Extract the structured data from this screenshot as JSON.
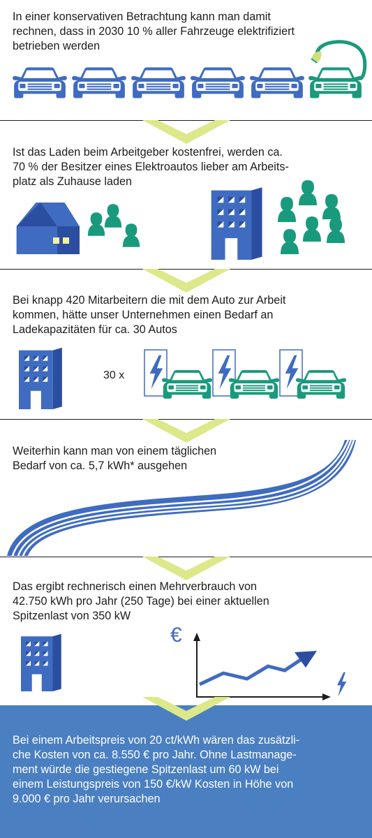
{
  "sections": [
    {
      "text": "In einer konservativen Betrachtung kann man damit\nrechnen, dass in 2030 10 % aller Fahrzeuge elektrifiziert\nbetrieben werden"
    },
    {
      "text": "Ist das Laden beim Arbeitgeber kostenfrei, werden ca.\n70 % der Besitzer eines Elektroautos lieber am Arbeits-\nplatz als Zuhause laden"
    },
    {
      "text": "Bei knapp 420 Mitarbeitern die mit dem Auto zur Arbeit\nkommen, hätte unser Unternehmen einen Bedarf an\nLadekapazitäten für ca. 30 Autos",
      "multiplier": "30 x"
    },
    {
      "text": "Weiterhin kann man von einem täglichen\nBedarf von ca. 5,7 kWh* ausgehen"
    },
    {
      "text": "Das ergibt rechnerisch einen Mehrverbrauch von\n42.750  kWh pro Jahr (250 Tage) bei einer aktuellen\nSpitzenlast von 350  kW",
      "currency_symbol": "€"
    }
  ],
  "conclusion": {
    "text": "Bei einem Arbeitspreis von 20 ct/kWh wären das zusätzli-\nche Kosten von ca. 8.550 € pro Jahr. Ohne Lastmanage-\nment würde die gestiegene Spitzenlast um 60 kW bei\neinem Leistungspreis von 150 €/kW Kosten in Höhe von\n9.000 € pro Jahr verursachen"
  },
  "icons": [
    "car-icon",
    "electric-car-icon",
    "plug-icon",
    "house-icon",
    "people-icon",
    "office-building-icon",
    "charging-station-icon",
    "lightning-icon",
    "road-icon",
    "euro-icon",
    "trend-arrow-icon",
    "chevron-down-icon"
  ],
  "colors": {
    "blue": "#3f6cc0",
    "dark_blue": "#2c4ea0",
    "green": "#1a9a7c",
    "chevron": "#dde88a",
    "panel": "#4a7fc1",
    "text": "#1d1d1b"
  }
}
